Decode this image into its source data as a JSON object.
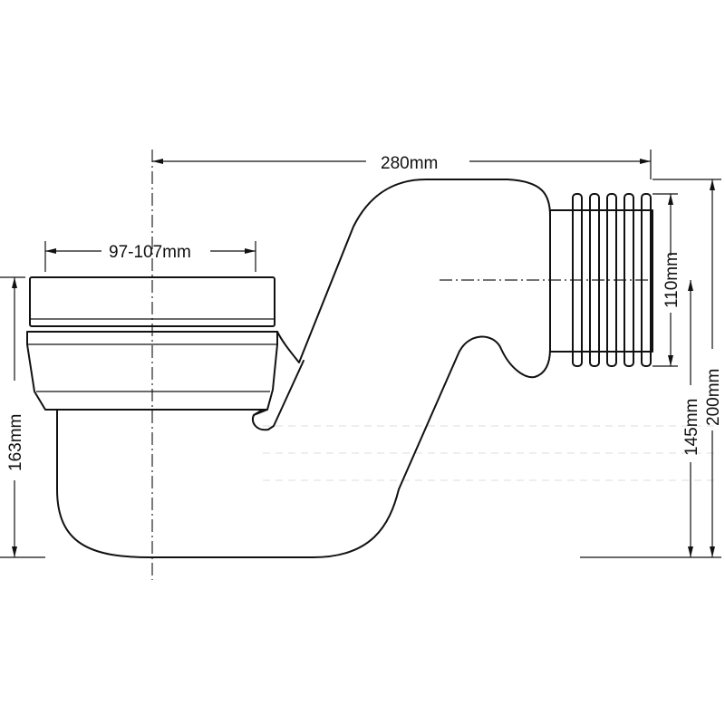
{
  "dimensions": {
    "overall_length": "280mm",
    "inlet_diameter": "97-107mm",
    "inlet_height": "163mm",
    "outlet_diameter": "110mm",
    "outlet_center_height": "145mm",
    "overall_height": "200mm"
  }
}
